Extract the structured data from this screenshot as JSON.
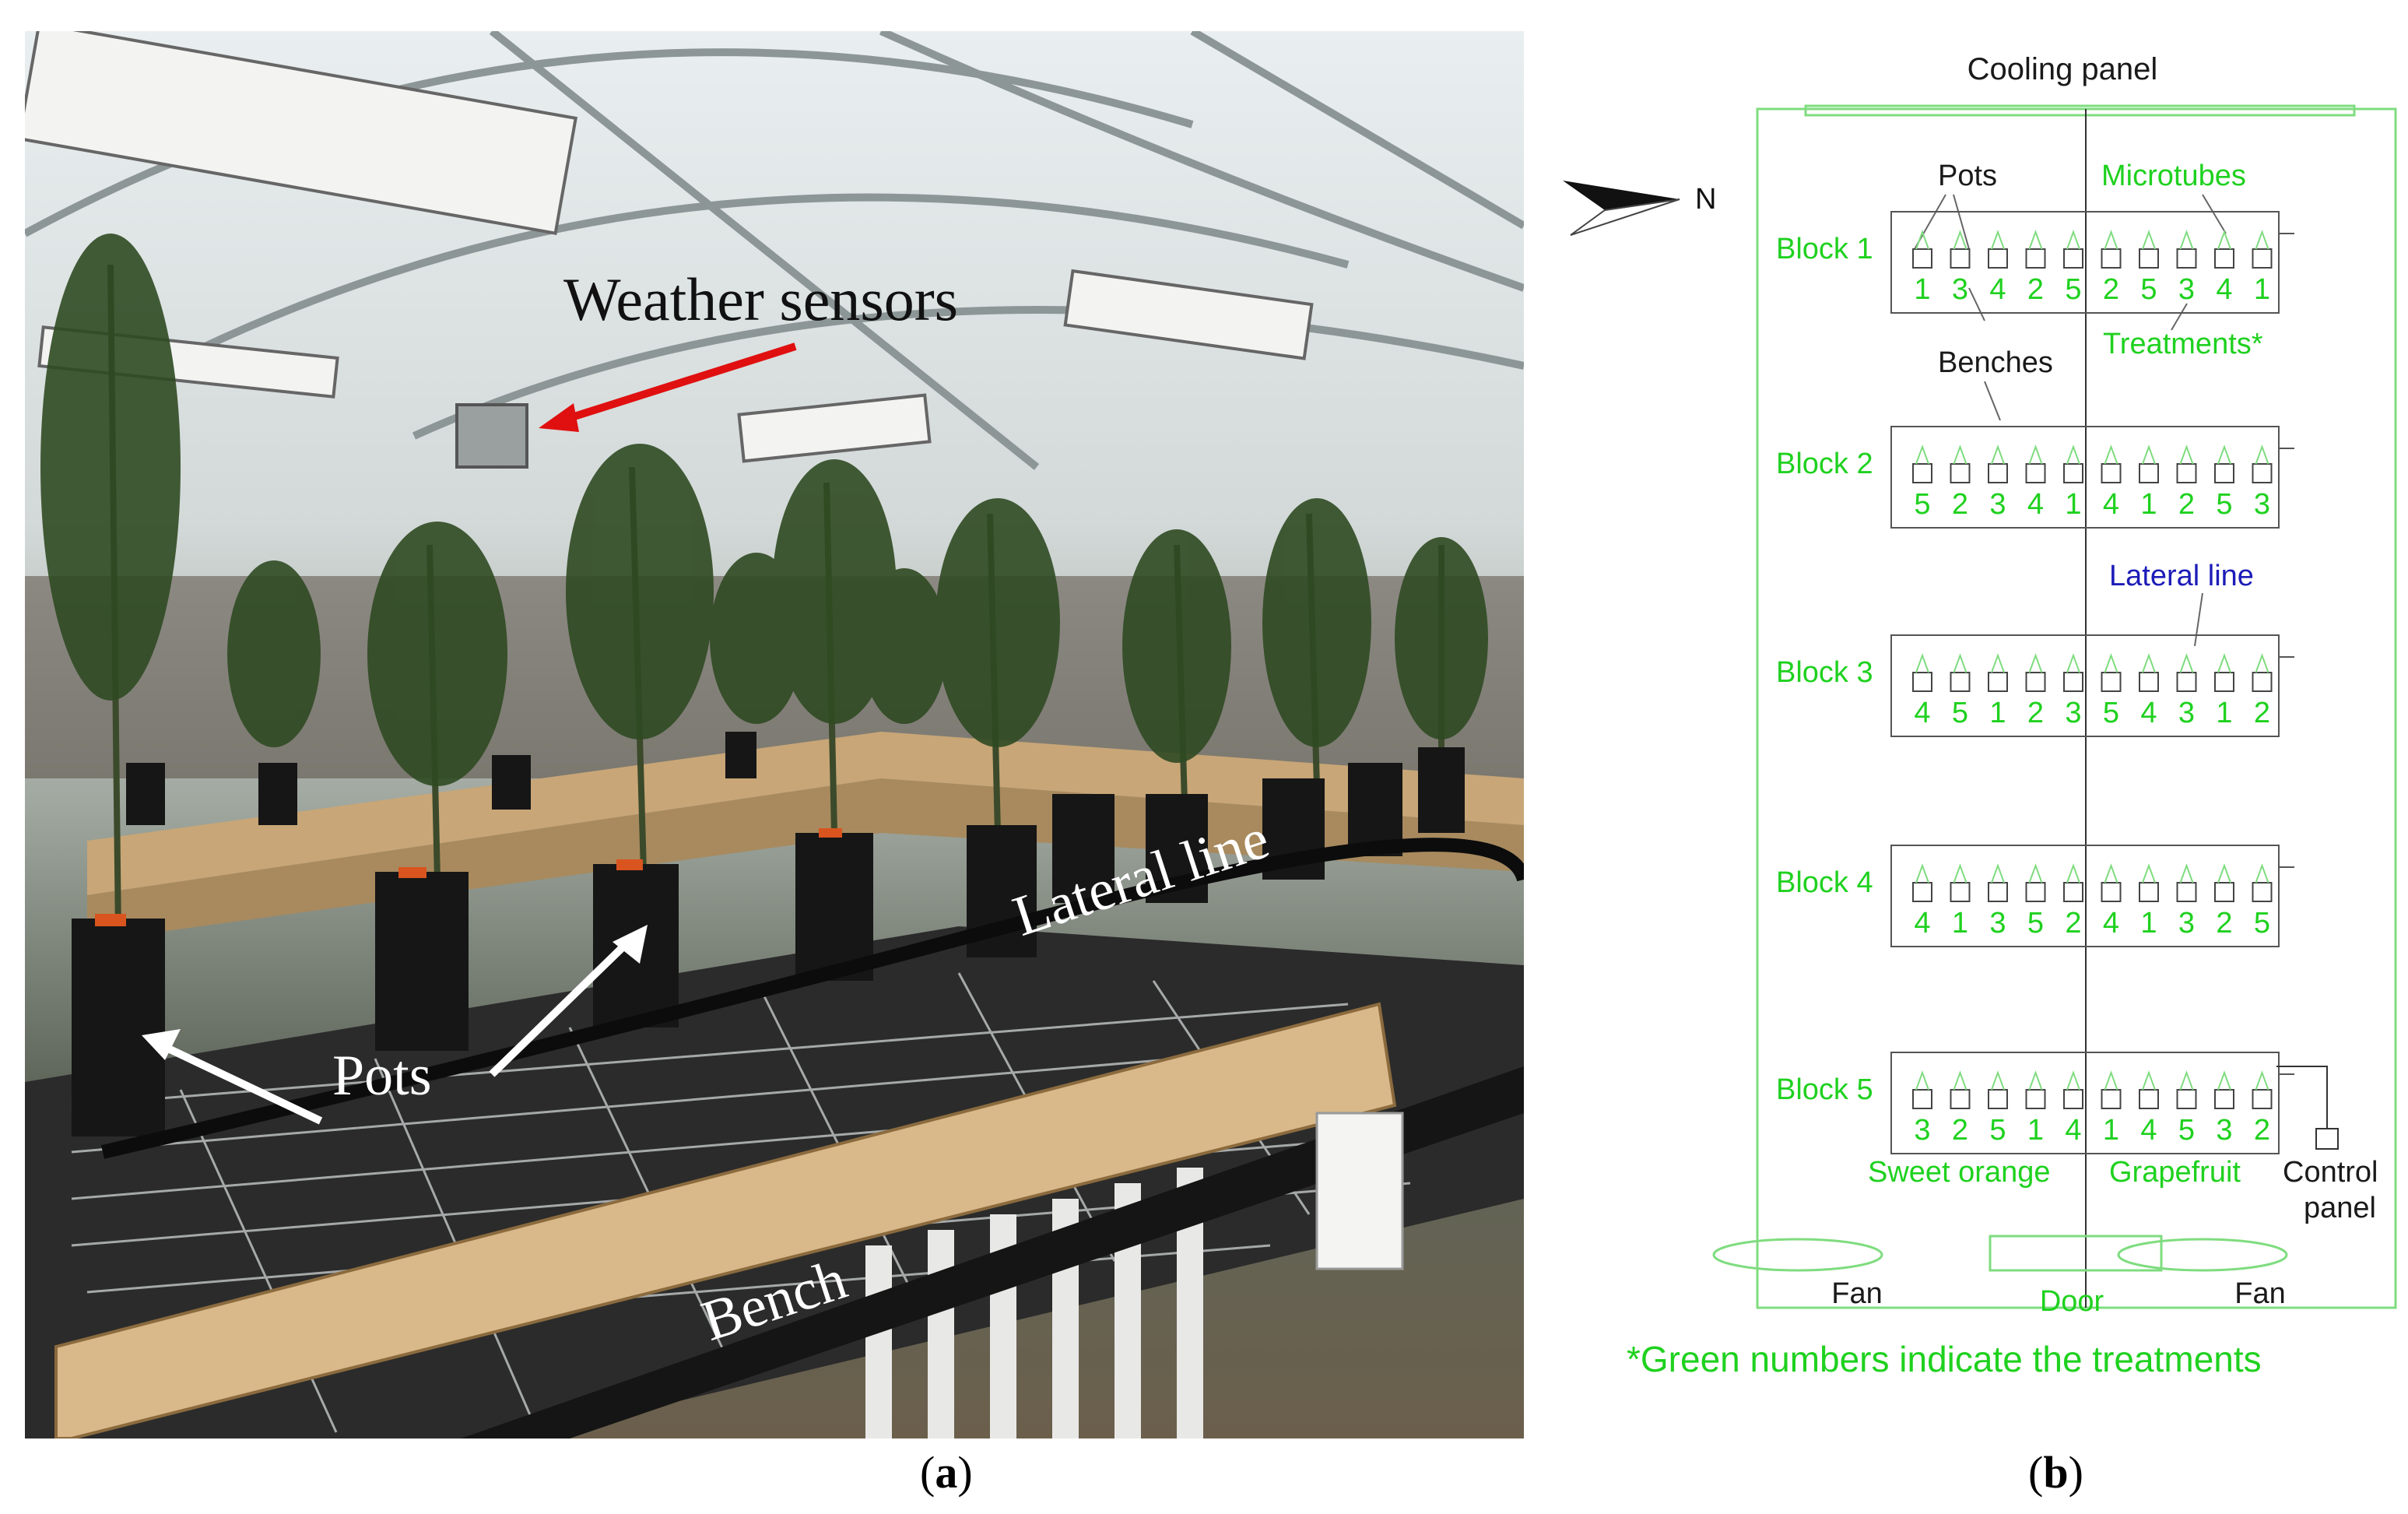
{
  "panel_a": {
    "labels": {
      "weather_sensors": "Weather sensors",
      "lateral_line": "Lateral line",
      "pots": "Pots",
      "bench": "Bench"
    },
    "caption": "a"
  },
  "panel_b": {
    "cooling_panel": "Cooling panel",
    "north": "N",
    "callouts": {
      "pots": "Pots",
      "microtubes": "Microtubes",
      "treatments": "Treatments*",
      "benches": "Benches",
      "lateral_line": "Lateral line"
    },
    "blocks": [
      {
        "label": "Block 1",
        "left": [
          "1",
          "3",
          "4",
          "2",
          "5"
        ],
        "right": [
          "2",
          "5",
          "3",
          "4",
          "1"
        ]
      },
      {
        "label": "Block 2",
        "left": [
          "5",
          "2",
          "3",
          "4",
          "1"
        ],
        "right": [
          "4",
          "1",
          "2",
          "5",
          "3"
        ]
      },
      {
        "label": "Block 3",
        "left": [
          "4",
          "5",
          "1",
          "2",
          "3"
        ],
        "right": [
          "5",
          "4",
          "3",
          "1",
          "2"
        ]
      },
      {
        "label": "Block 4",
        "left": [
          "4",
          "1",
          "3",
          "5",
          "2"
        ],
        "right": [
          "4",
          "1",
          "3",
          "2",
          "5"
        ]
      },
      {
        "label": "Block 5",
        "left": [
          "3",
          "2",
          "5",
          "1",
          "4"
        ],
        "right": [
          "1",
          "4",
          "5",
          "3",
          "2"
        ]
      }
    ],
    "sweet_orange": "Sweet orange",
    "grapefruit": "Grapefruit",
    "control_panel_line1": "Control",
    "control_panel_line2": "panel",
    "fan_left": "Fan",
    "door": "Door",
    "fan_right": "Fan",
    "footnote": "*Green numbers indicate the treatments",
    "caption": "b"
  },
  "colors": {
    "green": "#1fd11f",
    "blue": "#1c1cb8",
    "outline": "#7fdc7f",
    "red_arrow": "#e01010"
  }
}
